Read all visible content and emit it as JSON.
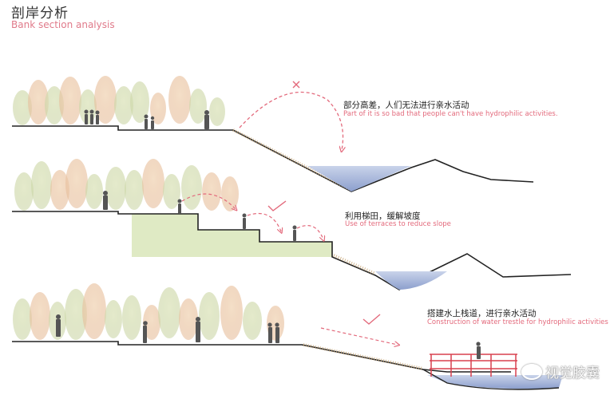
{
  "header": {
    "title_cn": "剖岸分析",
    "title_en": "Bank section analysis"
  },
  "sections": [
    {
      "caption_cn": "部分高差，人们无法进行亲水活动",
      "caption_en": "Part of it is so bad that people can't have hydrophilic activities."
    },
    {
      "caption_cn": "利用梯田，缓解坡度",
      "caption_en": "Use of terraces to reduce slope"
    },
    {
      "caption_cn": "搭建水上栈道，进行亲水活动",
      "caption_en": "Construction of water trestle for hydrophilic activities"
    }
  ],
  "watermark": "视觉胶囊",
  "colors": {
    "accent": "#e36a7c",
    "water": "#9fb0d6",
    "terrace": "#dfeac4",
    "ground": "#222222",
    "tree_green": "#c9d6a4",
    "tree_orange": "#e9c3a0"
  }
}
